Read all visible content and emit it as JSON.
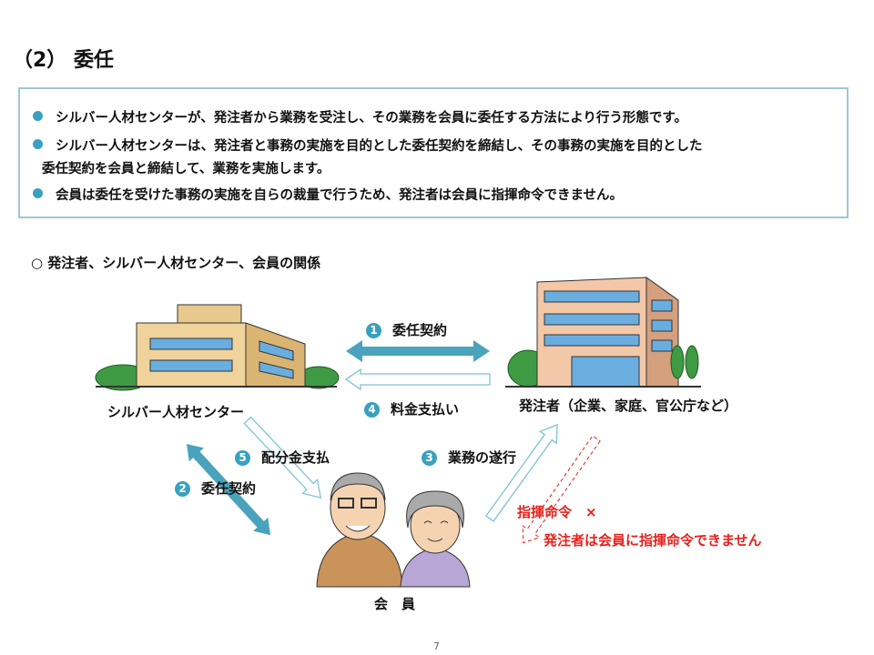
{
  "title": "（2） 委任",
  "bullets": [
    "シルバー人材センターが、発注者から業務を受注し、その業務を会員に委任する方法により行う形態です。",
    "シルバー人材センターは、発注者と事務の実施を目的とした委任契約を締結し、その事務の実施を目的とした",
    "委任契約を会員と締結して、業務を実施します。",
    "会員は委任を受けた事務の実施を自らの裁量で行うため、発注者は会員に指揮命令できません。"
  ],
  "diagram": {
    "heading": "○  発注者、シルバー人材センター、会員の関係",
    "center_label": "シルバー人材センター",
    "client_label": "発注者（企業、家庭、官公庁など）",
    "member_label": "会　員",
    "steps": [
      {
        "num": "1",
        "label": "委任契約"
      },
      {
        "num": "2",
        "label": "委任契約"
      },
      {
        "num": "3",
        "label": "業務の遂行"
      },
      {
        "num": "4",
        "label": "料金支払い"
      },
      {
        "num": "5",
        "label": "配分金支払"
      }
    ],
    "command_label": "指揮命令　×",
    "command_note": "発注者は会員に指揮命令できません",
    "colors": {
      "accent": "#3aa0bf",
      "warning": "#e8201c"
    }
  },
  "page_number": "7"
}
